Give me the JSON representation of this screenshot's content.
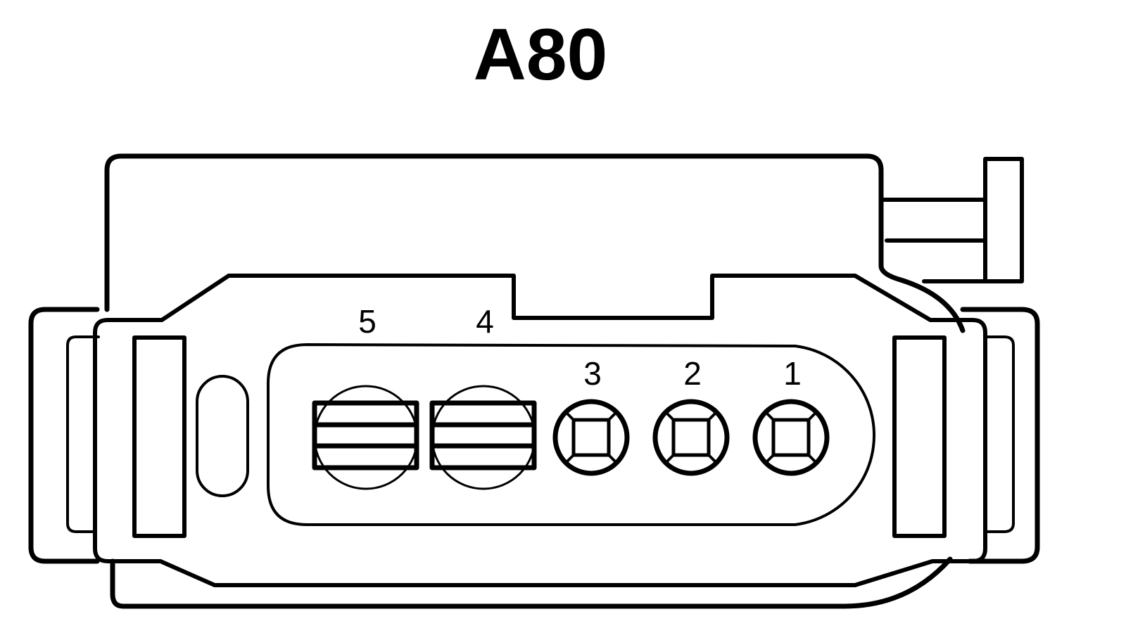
{
  "diagram": {
    "title": "A80",
    "stroke_color": "#000000",
    "background_color": "#ffffff",
    "pins": [
      {
        "label": "5",
        "kind": "large-terminal"
      },
      {
        "label": "4",
        "kind": "large-terminal"
      },
      {
        "label": "3",
        "kind": "small-terminal"
      },
      {
        "label": "2",
        "kind": "small-terminal"
      },
      {
        "label": "1",
        "kind": "small-terminal"
      }
    ]
  }
}
